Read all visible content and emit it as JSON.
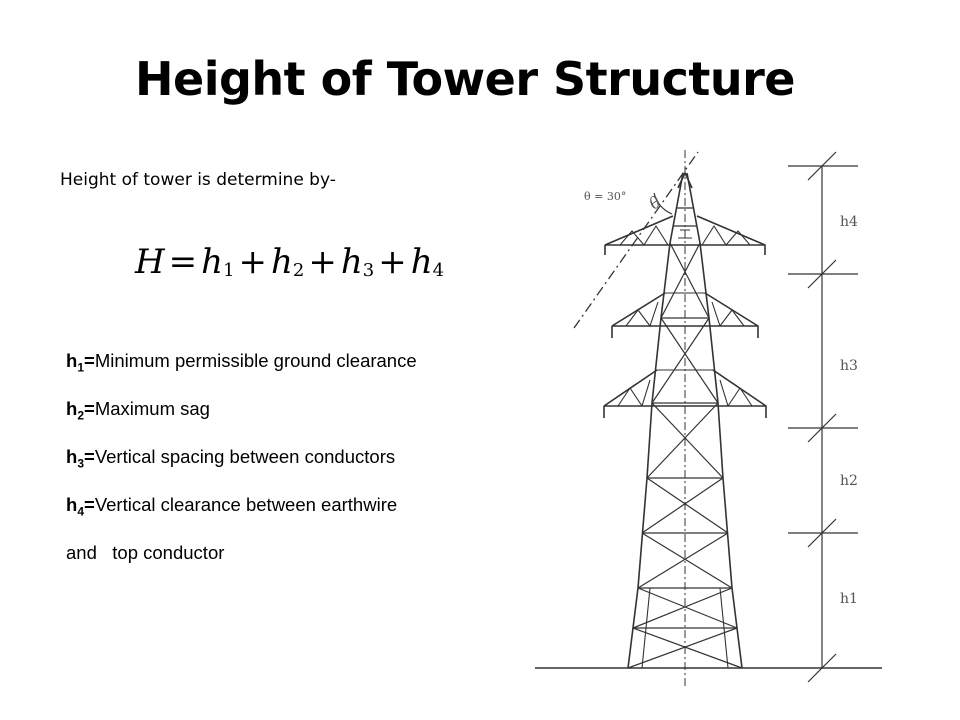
{
  "title": "Height of Tower Structure",
  "intro": "Height of tower is determine by-",
  "formula": {
    "lhs": "H",
    "equals": "=",
    "plus": "+",
    "var": "h",
    "subs": [
      "1",
      "2",
      "3",
      "4"
    ]
  },
  "definitions": [
    {
      "symbol": "h",
      "sub": "1",
      "sep": "=",
      "text": "Minimum permissible ground clearance"
    },
    {
      "symbol": "h",
      "sub": "2",
      "sep": "=",
      "text": "Maximum sag"
    },
    {
      "symbol": "h",
      "sub": "3",
      "sep": "=",
      "text": "Vertical spacing between conductors"
    },
    {
      "symbol": "h",
      "sub": "4",
      "sep": "=",
      "text": "Vertical clearance between earthwire"
    }
  ],
  "definition_continuation": "and   top conductor",
  "figure": {
    "angle_label": "θ = 30°",
    "dimension_labels": [
      "h4",
      "h3",
      "h2",
      "h1"
    ]
  }
}
